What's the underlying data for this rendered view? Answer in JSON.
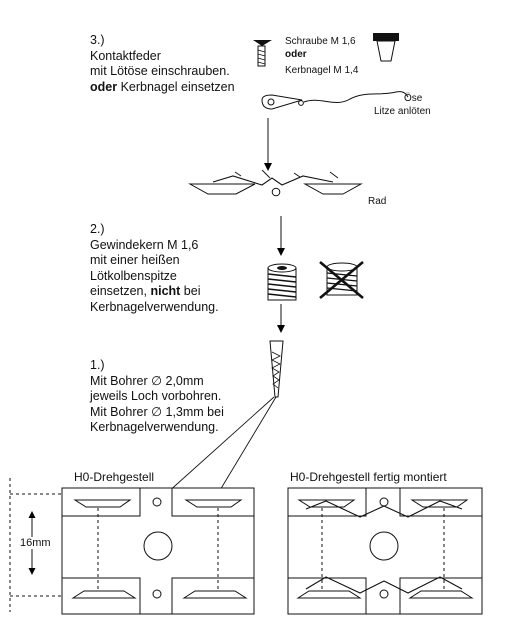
{
  "steps": {
    "step3": {
      "number": "3.)",
      "line1": "Kontaktfeder",
      "line2": "mit Lötöse einschrauben.",
      "line3_bold": "oder",
      "line3_rest": " Kerbnagel einsetzen"
    },
    "step2": {
      "number": "2.)",
      "line1": "Gewindekern M 1,6",
      "line2": "mit einer heißen",
      "line3": "Lötkolbenspitze",
      "line4_start": "einsetzen, ",
      "line4_bold": "nicht",
      "line4_end": " bei",
      "line5": "Kerbnagelverwendung."
    },
    "step1": {
      "number": "1.)",
      "line1": "Mit Bohrer ∅ 2,0mm",
      "line2": "jeweils Loch vorbohren.",
      "line3": "Mit Bohrer ∅ 1,3mm bei",
      "line4": "Kerbnagelverwendung."
    }
  },
  "labels": {
    "screw": "Schraube M 1,6",
    "or": "oder",
    "notch_nail": "Kerbnagel M 1,4",
    "eye": "Öse",
    "solder_strand": "Litze anlöten",
    "wheel": "Rad",
    "dimension": "16mm"
  },
  "panels": {
    "left_title": "H0-Drehgestell",
    "right_title": "H0-Drehgestell fertig montiert"
  }
}
